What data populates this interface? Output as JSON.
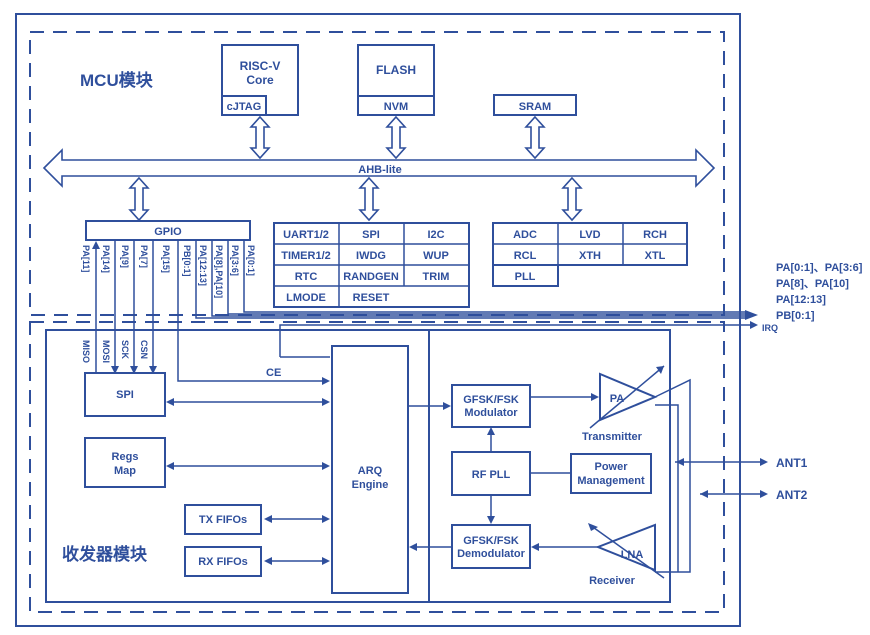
{
  "sections": {
    "mcu_label": "MCU模块",
    "transceiver_label": "收发器模块"
  },
  "mcu": {
    "riscv_line1": "RISC-V",
    "riscv_line2": "Core",
    "cjtag": "cJTAG",
    "flash": "FLASH",
    "nvm": "NVM",
    "sram": "SRAM",
    "bus": "AHB-lite",
    "gpio": "GPIO",
    "periph_grid": [
      [
        "UART1/2",
        "SPI",
        "I2C"
      ],
      [
        "TIMER1/2",
        "IWDG",
        "WUP"
      ],
      [
        "RTC",
        "RANDGEN",
        "TRIM"
      ],
      [
        "LMODE",
        "RESET",
        ""
      ]
    ],
    "analog_grid": [
      [
        "ADC",
        "LVD",
        "RCH"
      ],
      [
        "RCL",
        "XTH",
        "XTL"
      ],
      [
        "PLL",
        "",
        ""
      ]
    ],
    "pins": [
      "PA[11]",
      "PA[14]",
      "PA[9]",
      "PA[7]",
      "PA[15]",
      "PB[0:1]",
      "PA[12:13]",
      "PA[8],PA[10]",
      "PA[3:6]",
      "PA[0:1]"
    ],
    "external_pins": [
      "PA[0:1]、PA[3:6]",
      "PA[8]、PA[10]",
      "PA[12:13]",
      "PB[0:1]"
    ],
    "irq": "IRQ"
  },
  "transceiver": {
    "spi_signals": [
      "MISO",
      "MOSI",
      "SCK",
      "CSN"
    ],
    "ce": "CE",
    "spi": "SPI",
    "regs_line1": "Regs",
    "regs_line2": "Map",
    "tx_fifos": "TX FIFOs",
    "rx_fifos": "RX FIFOs",
    "arq_line1": "ARQ",
    "arq_line2": "Engine",
    "mod_line1": "GFSK/FSK",
    "mod_line2": "Modulator",
    "demod_line1": "GFSK/FSK",
    "demod_line2": "Demodulator",
    "rf_pll": "RF PLL",
    "pm_line1": "Power",
    "pm_line2": "Management",
    "pa": "PA",
    "lna": "LNA",
    "transmitter": "Transmitter",
    "receiver": "Receiver",
    "ant1": "ANT1",
    "ant2": "ANT2"
  }
}
